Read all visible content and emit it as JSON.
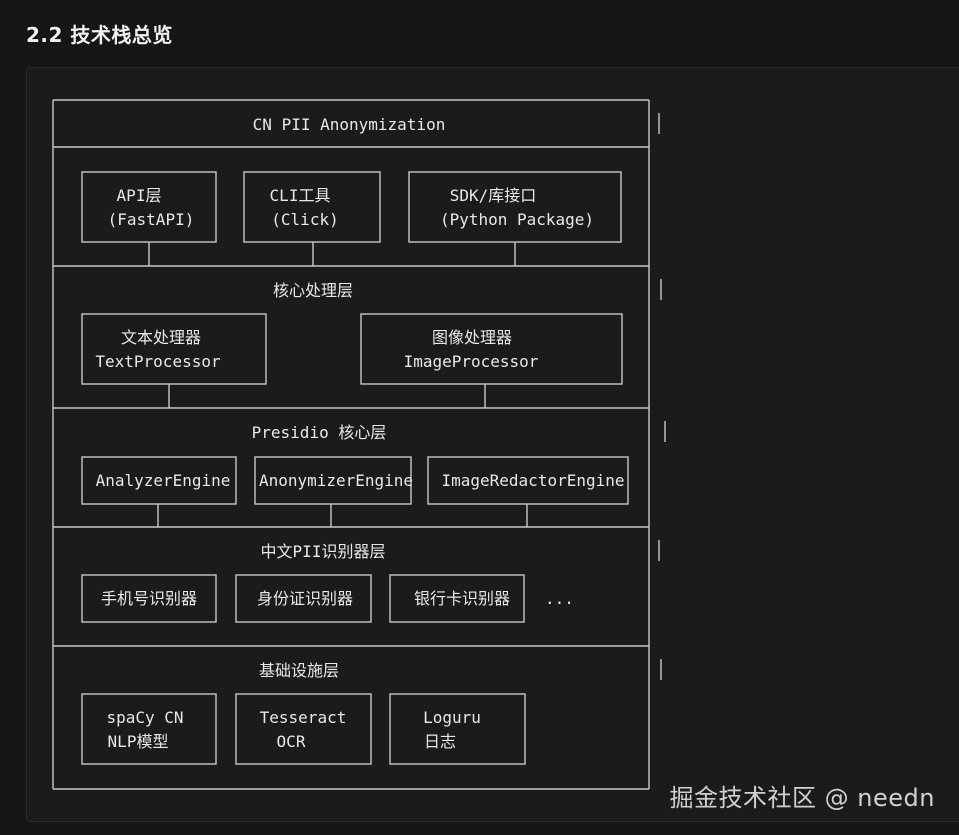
{
  "section": {
    "title": "2.2 技术栈总览"
  },
  "diagram": {
    "title": "CN PII Anonymization",
    "interface": {
      "api": [
        "API层",
        "(FastAPI)"
      ],
      "cli": [
        "CLI工具",
        "(Click)"
      ],
      "sdk": [
        "SDK/库接口",
        "(Python Package)"
      ]
    },
    "core": {
      "title": "核心处理层",
      "text": [
        "文本处理器",
        "TextProcessor"
      ],
      "image": [
        "图像处理器",
        "ImageProcessor"
      ]
    },
    "presidio": {
      "title": "Presidio 核心层",
      "engines": [
        "AnalyzerEngine",
        "AnonymizerEngine",
        "ImageRedactorEngine"
      ]
    },
    "recognizers": {
      "title": "中文PII识别器层",
      "items": [
        "手机号识别器",
        "身份证识别器",
        "银行卡识别器"
      ],
      "more": "..."
    },
    "infra": {
      "title": "基础设施层",
      "spacy": [
        "spaCy CN",
        "NLP模型"
      ],
      "tesseract": [
        "Tesseract",
        "OCR"
      ],
      "loguru": [
        "Loguru",
        "日志"
      ]
    }
  },
  "watermark": "掘金技术社区 @ needn"
}
